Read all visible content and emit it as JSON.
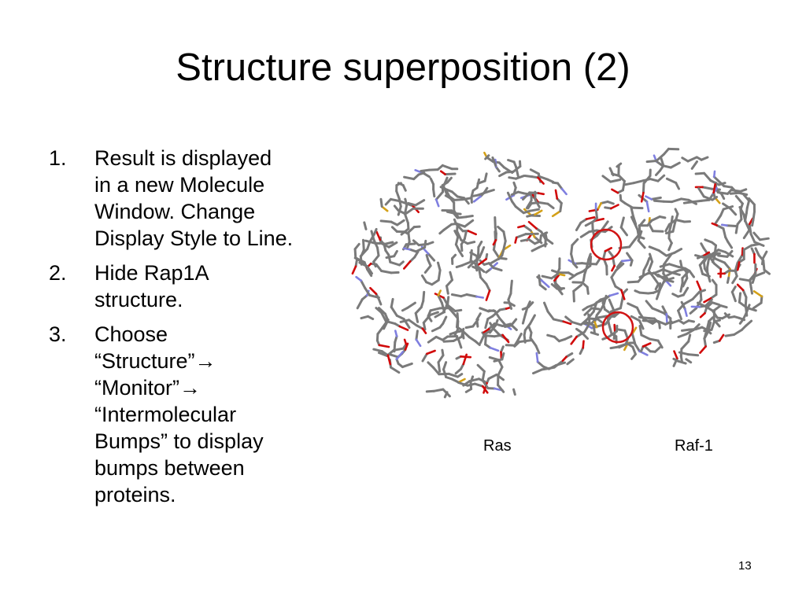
{
  "slide": {
    "title": "Structure superposition (2)",
    "steps": [
      {
        "number": "1.",
        "text": "Result is displayed\nin a new Molecule\nWindow. Change\nDisplay Style to Line."
      },
      {
        "number": "2.",
        "text": "Hide Rap1A\nstructure."
      },
      {
        "number": "3.",
        "text": "Choose\n“Structure”→\n“Monitor”→\n“Intermolecular\nBumps” to display\nbumps between\nproteins."
      }
    ],
    "figure": {
      "left_label": "Ras",
      "right_label": "Raf-1",
      "bump_markers": 2,
      "colors": {
        "bond": "#7a7a7a",
        "oxygen": "#d10a0a",
        "nitrogen": "#7f7fe0",
        "sulfur": "#d4a017",
        "marker": "#d11414"
      }
    },
    "page_number": "13"
  }
}
